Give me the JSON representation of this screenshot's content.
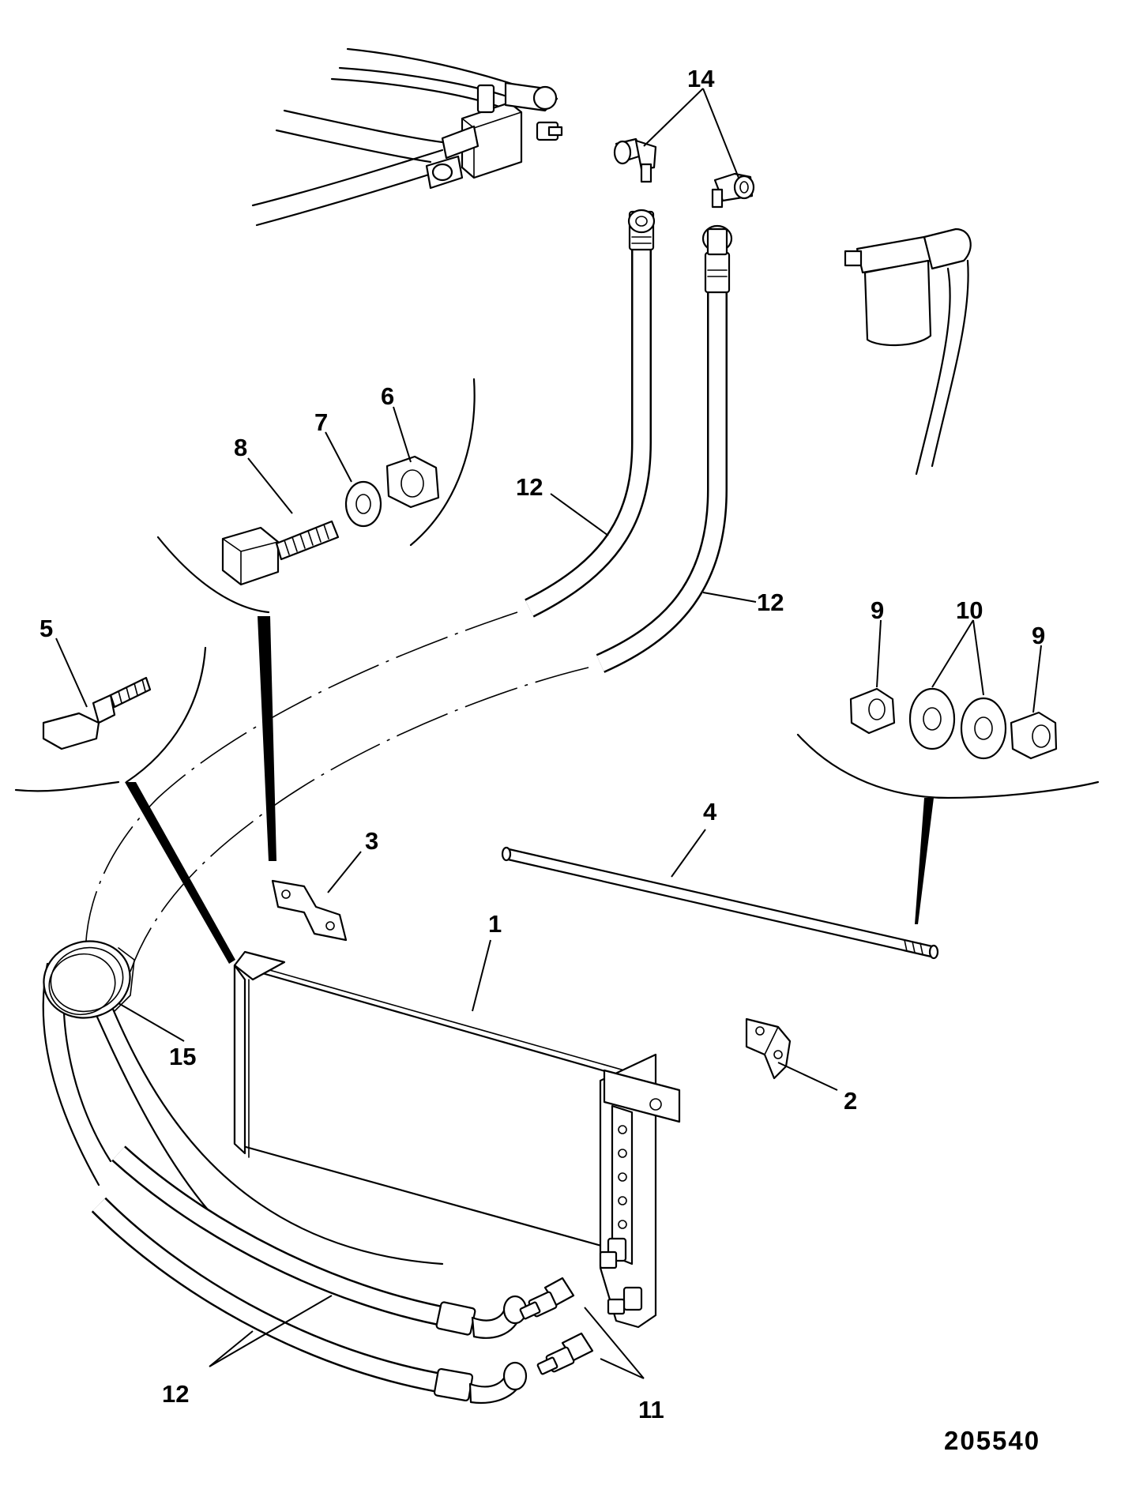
{
  "diagram": {
    "reference_number": "205540",
    "callouts": [
      "1",
      "2",
      "3",
      "4",
      "5",
      "6",
      "7",
      "8",
      "9",
      "10",
      "11",
      "12",
      "14",
      "15"
    ],
    "parts": [
      {
        "label": "1",
        "icon": "oil-cooler-core"
      },
      {
        "label": "2",
        "icon": "angle-bracket"
      },
      {
        "label": "3",
        "icon": "mounting-bracket"
      },
      {
        "label": "4",
        "icon": "tie-rod"
      },
      {
        "label": "5",
        "icon": "wing-bolt"
      },
      {
        "label": "6",
        "icon": "hex-nut"
      },
      {
        "label": "7",
        "icon": "flat-washer"
      },
      {
        "label": "8",
        "icon": "hex-bolt"
      },
      {
        "label": "9",
        "icon": "hex-nut"
      },
      {
        "label": "10",
        "icon": "washer"
      },
      {
        "label": "11",
        "icon": "adaptor-fitting"
      },
      {
        "label": "12",
        "icon": "hydraulic-hose"
      },
      {
        "label": "14",
        "icon": "elbow-fitting"
      },
      {
        "label": "15",
        "icon": "hose-clip-ring"
      }
    ]
  }
}
